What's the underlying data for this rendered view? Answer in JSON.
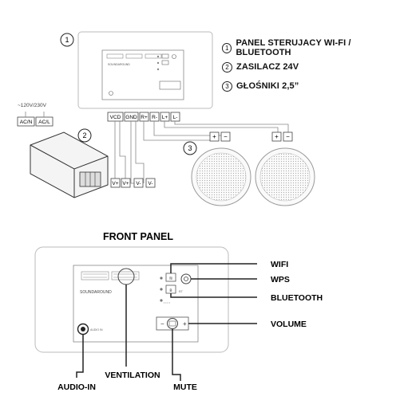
{
  "legend": {
    "items": [
      {
        "num": "1",
        "text": "PANEL STERUJACY WI-FI / BLUETOOTH"
      },
      {
        "num": "2",
        "text": "ZASILACZ 24V"
      },
      {
        "num": "3",
        "text": "GŁOŚNIKI 2,5”"
      }
    ]
  },
  "wiring": {
    "voltage": "~120V/230V",
    "ac_n": "AC/N",
    "ac_l": "AC/L",
    "callout_panel": "1",
    "callout_psu": "2",
    "callout_speakers": "3",
    "terminals": {
      "vcd": "VCD",
      "gnd": "GND",
      "r_plus": "R+",
      "r_minus": "R-",
      "l_plus": "L+",
      "l_minus": "L-"
    },
    "psu_terminals": {
      "v_plus_1": "V+",
      "v_plus_2": "V+",
      "v_minus_1": "V-",
      "v_minus_2": "V-"
    },
    "speaker_plus": "+",
    "speaker_minus": "−"
  },
  "front_panel": {
    "title": "FRONT PANEL",
    "brand": "SOUNDAROUND",
    "audio_label": "AUDIO IN",
    "bt_label": "BT",
    "labels": {
      "wifi": "WIFI",
      "wps": "WPS",
      "bluetooth": "BLUETOOTH",
      "volume": "VOLUME",
      "ventilation": "VENTILATION",
      "audio_in": "AUDIO-IN",
      "mute": "MUTE"
    }
  }
}
